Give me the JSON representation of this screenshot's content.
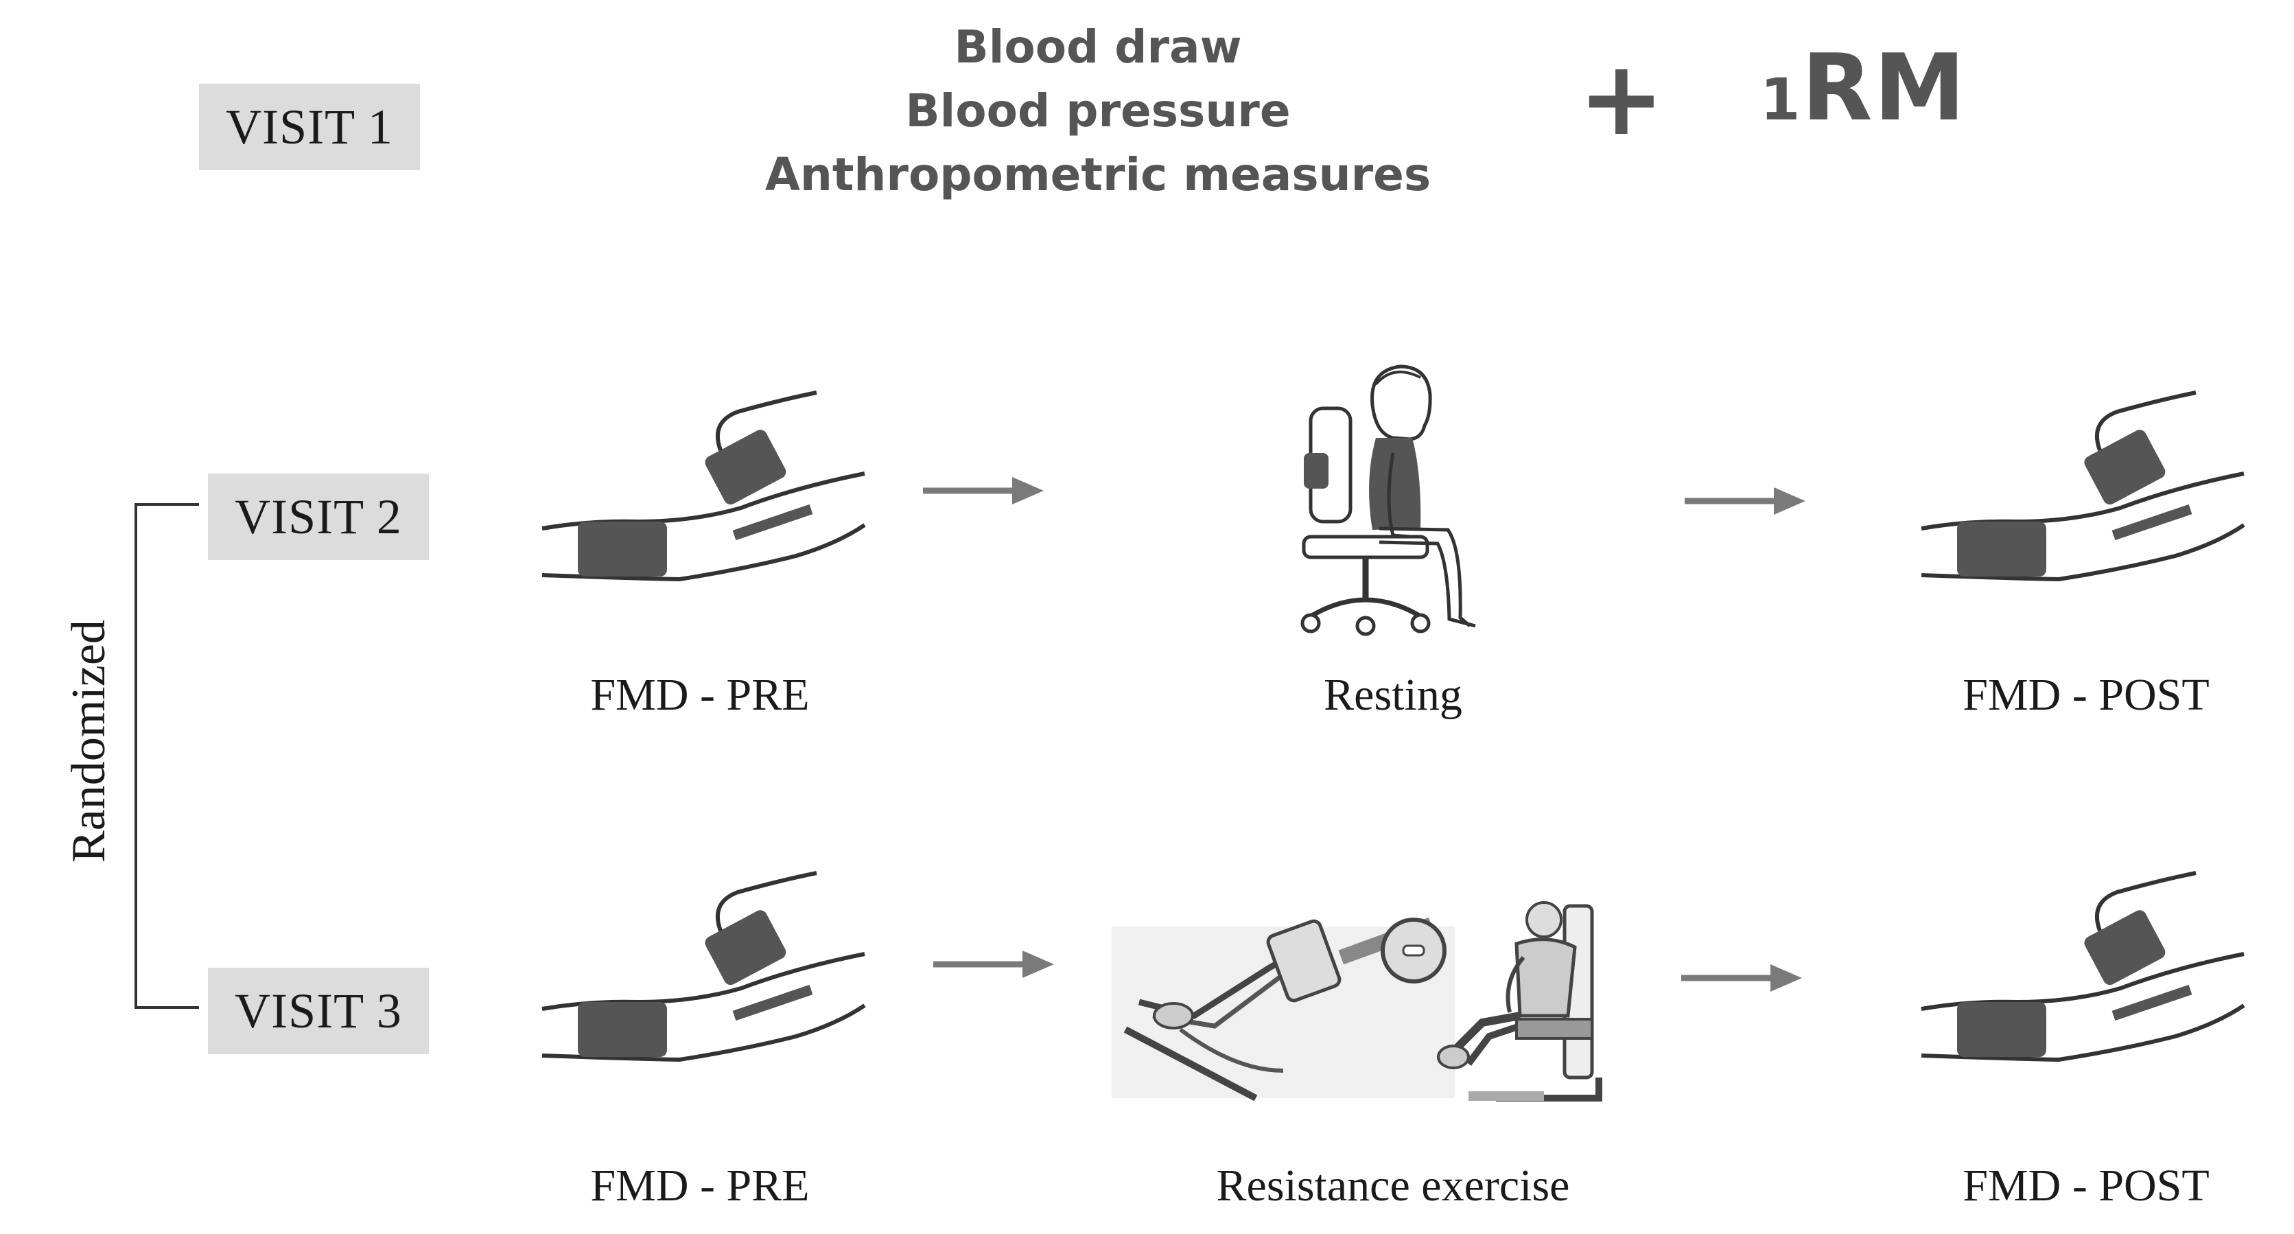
{
  "visit1": {
    "label": "VISIT 1",
    "measures": [
      "Blood draw",
      "Blood pressure",
      "Anthropometric measures"
    ],
    "plus": "+",
    "rm_prefix": "1",
    "rm_suffix": "RM"
  },
  "randomized_label": "Randomized",
  "visit2": {
    "label": "VISIT 2",
    "step1": "FMD - PRE",
    "step2": "Resting",
    "step3": "FMD - POST"
  },
  "visit3": {
    "label": "VISIT 3",
    "step1": "FMD - PRE",
    "step2": "Resistance exercise",
    "step3": "FMD - POST"
  },
  "colors": {
    "box": "#dcdcdc",
    "dark_gray": "#555555",
    "arrow": "#7a7a7a",
    "text": "#1a1a1a"
  }
}
